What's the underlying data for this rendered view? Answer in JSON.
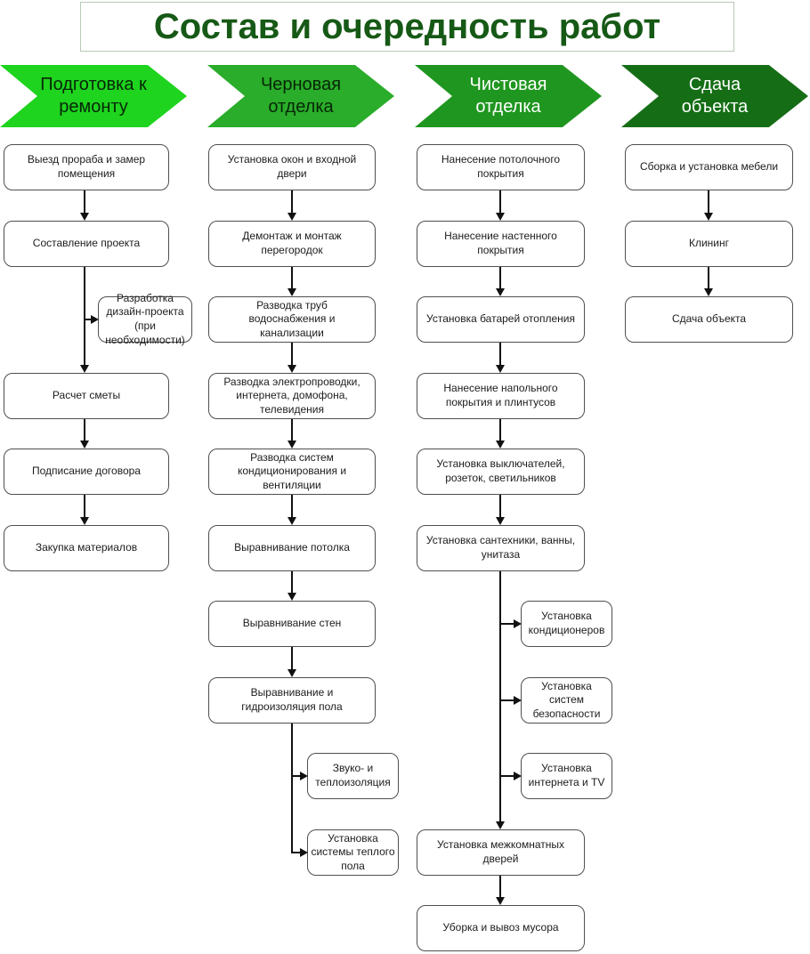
{
  "title": "Состав и очередность работ",
  "accent_colors": {
    "title_text": "#165916",
    "title_border": "#b6cab6",
    "phase_1": "#1ed41e",
    "phase_2": "#2aad2a",
    "phase_3": "#1f961f",
    "phase_4": "#156e15",
    "phase_dark_text": "#072607",
    "phase_light_text": "#ffffff"
  },
  "columns": [
    {
      "header": {
        "lines": [
          "Подготовка к",
          "ремонту"
        ],
        "color": "#1ed41e",
        "text_color": "#072607"
      },
      "steps": [
        {
          "label": "Выезд прораба и замер помещения",
          "row": 0
        },
        {
          "label": "Составление проекта",
          "row": 1
        },
        {
          "label": "Расчет сметы",
          "row": 3
        },
        {
          "label": "Подписание договора",
          "row": 4
        },
        {
          "label": "Закупка материалов",
          "row": 5
        }
      ],
      "side_steps": [
        {
          "label": "Разработка дизайн-проекта (при необходимости)",
          "row": 2
        }
      ],
      "trunk_below_last": false
    },
    {
      "header": {
        "lines": [
          "Черновая",
          "отделка"
        ],
        "color": "#2aad2a",
        "text_color": "#072607"
      },
      "steps": [
        {
          "label": "Установка окон и входной двери",
          "row": 0
        },
        {
          "label": "Демонтаж и монтаж перегородок",
          "row": 1
        },
        {
          "label": "Разводка труб водоснабжения и канализации",
          "row": 2
        },
        {
          "label": "Разводка электропроводки, интернета, домофона, телевидения",
          "row": 3
        },
        {
          "label": "Разводка систем кондиционирования и вентиляции",
          "row": 4
        },
        {
          "label": "Выравнивание потолка",
          "row": 5
        },
        {
          "label": "Выравнивание стен",
          "row": 6
        },
        {
          "label": "Выравнивание и гидроизоляция пола",
          "row": 7
        }
      ],
      "side_steps": [
        {
          "label": "Звуко- и теплоизоляция",
          "row": 8
        },
        {
          "label": "Установка системы теплого пола",
          "row": 9
        }
      ],
      "trunk_below_last": true
    },
    {
      "header": {
        "lines": [
          "Чистовая",
          "отделка"
        ],
        "color": "#1f961f",
        "text_color": "#ffffff"
      },
      "steps": [
        {
          "label": "Нанесение потолочного покрытия",
          "row": 0
        },
        {
          "label": "Нанесение настенного покрытия",
          "row": 1
        },
        {
          "label": "Установка батарей отопления",
          "row": 2
        },
        {
          "label": "Нанесение напольного покрытия и плинтусов",
          "row": 3
        },
        {
          "label": "Установка выключателей, розеток, светильников",
          "row": 4
        },
        {
          "label": "Установка сантехники, ванны, унитаза",
          "row": 5
        },
        {
          "label": "Установка межкомнатных дверей",
          "row": 9
        },
        {
          "label": "Уборка и вывоз мусора",
          "row": 10
        }
      ],
      "side_steps": [
        {
          "label": "Установка кондиционеров",
          "row": 6
        },
        {
          "label": "Установка систем безопасности",
          "row": 7
        },
        {
          "label": "Установка интернета и TV",
          "row": 8
        }
      ],
      "trunk_below_last": false
    },
    {
      "header": {
        "lines": [
          "Сдача",
          "объекта"
        ],
        "color": "#156e15",
        "text_color": "#ffffff"
      },
      "steps": [
        {
          "label": "Сборка и установка мебели",
          "row": 0
        },
        {
          "label": "Клининг",
          "row": 1
        },
        {
          "label": "Сдача объекта",
          "row": 2
        }
      ],
      "side_steps": [],
      "trunk_below_last": false
    }
  ]
}
